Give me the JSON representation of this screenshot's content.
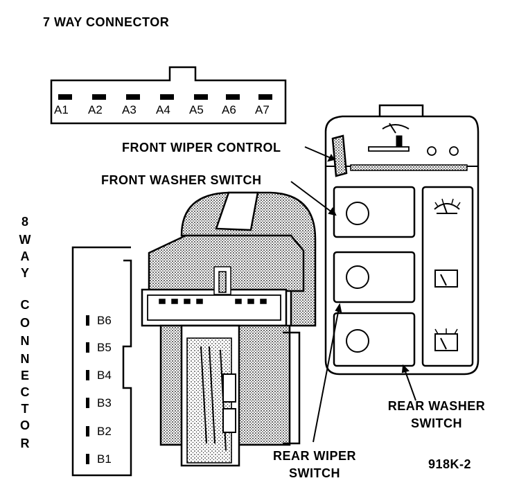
{
  "title_7way": "7 WAY CONNECTOR",
  "pins_a": [
    "A1",
    "A2",
    "A3",
    "A4",
    "A5",
    "A6",
    "A7"
  ],
  "vertical_8way": [
    "8",
    "W",
    "A",
    "Y",
    "C",
    "O",
    "N",
    "N",
    "E",
    "C",
    "T",
    "O",
    "R"
  ],
  "pins_b": [
    "B6",
    "B5",
    "B4",
    "B3",
    "B2",
    "B1"
  ],
  "labels": {
    "front_wiper_control": "FRONT WIPER CONTROL",
    "front_washer_switch": "FRONT WASHER SWITCH",
    "rear_washer_switch_line1": "REAR WASHER",
    "rear_washer_switch_line2": "SWITCH",
    "rear_wiper_switch_line1": "REAR WIPER",
    "rear_wiper_switch_line2": "SWITCH"
  },
  "figure_code": "918K-2"
}
